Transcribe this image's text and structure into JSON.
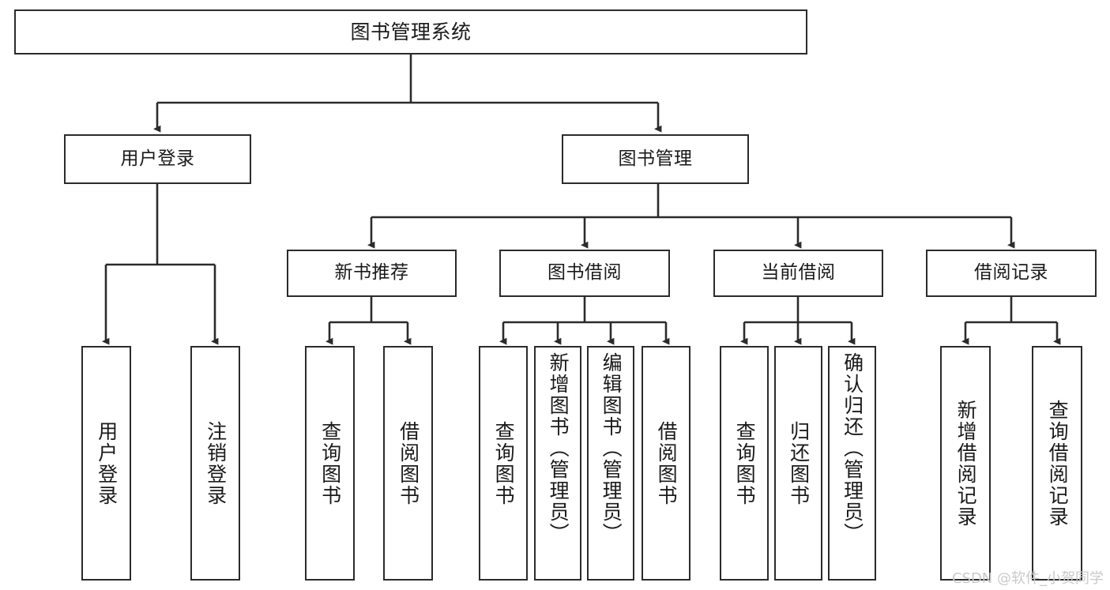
{
  "diagram": {
    "title": "图书管理系统",
    "type": "tree-hierarchy",
    "watermark": "CSDN @软件_小贺同学",
    "colors": {
      "stroke": "#2b2b2b",
      "fill": "#ffffff",
      "text": "#1a1a1a",
      "watermark": "#c9c9c9"
    },
    "levels": {
      "root": {
        "label": "图书管理系统"
      },
      "level2": [
        {
          "label": "用户登录"
        },
        {
          "label": "图书管理"
        }
      ],
      "level3": [
        {
          "label": "新书推荐"
        },
        {
          "label": "图书借阅"
        },
        {
          "label": "当前借阅"
        },
        {
          "label": "借阅记录"
        }
      ],
      "leaves": [
        {
          "label": "用户登录",
          "parent": "用户登录"
        },
        {
          "label": "注销登录",
          "parent": "用户登录"
        },
        {
          "label": "查询图书",
          "parent": "新书推荐"
        },
        {
          "label": "借阅图书",
          "parent": "新书推荐"
        },
        {
          "label": "查询图书",
          "parent": "图书借阅"
        },
        {
          "label": "新增图书（管理员）",
          "parent": "图书借阅"
        },
        {
          "label": "编辑图书（管理员）",
          "parent": "图书借阅"
        },
        {
          "label": "借阅图书",
          "parent": "图书借阅"
        },
        {
          "label": "查询图书",
          "parent": "当前借阅"
        },
        {
          "label": "归还图书",
          "parent": "当前借阅"
        },
        {
          "label": "确认归还（管理员）",
          "parent": "当前借阅"
        },
        {
          "label": "新增借阅记录",
          "parent": "借阅记录"
        },
        {
          "label": "查询借阅记录",
          "parent": "借阅记录"
        }
      ]
    }
  }
}
